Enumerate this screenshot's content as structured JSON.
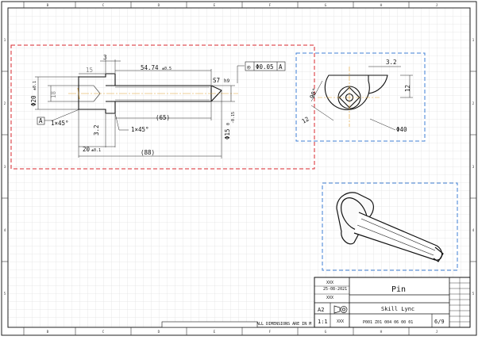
{
  "drawing": {
    "front_view_dims": {
      "d3": "3",
      "len_5474": "54.74",
      "tol_5474": "±0.5",
      "d15": "15",
      "dia20": "Φ20",
      "tol_dia20": "±0.1",
      "d18": "18",
      "chamfer_a": "1×45°",
      "chamfer_b": "1×45°",
      "d32a": "3.2",
      "len65": "(65)",
      "len20": "20",
      "tol_len20": "±0.1",
      "len88": "(88)",
      "sq_label": "S7",
      "h9": "h9",
      "dia15": "Φ15",
      "tol_dia15": "-0.15",
      "tol_dia15_top": "0",
      "datum_a": "A",
      "fcf_sym": "◎",
      "fcf_value": "Φ0.05",
      "fcf_datum": "A"
    },
    "side_view_dims": {
      "d32b": "3.2",
      "d12a": "12",
      "angle90": "90°",
      "d12b": "12",
      "dia40": "Φ40"
    },
    "note": "ALL DIMENSIONS ARE IN M",
    "title_block": {
      "date": "25-08-2021",
      "xxx_a": "XXX",
      "xxx_b": "XXX",
      "title": "Pin",
      "size": "A2",
      "company": "Skill Lync",
      "scale": "1:1",
      "xxx_c": "XXX",
      "drawing_no": "P001 Z01 004 06 00 01",
      "sheet": "6/9"
    },
    "zone_letters_top": [
      "B",
      "C",
      "D",
      "E",
      "F",
      "G",
      "H",
      "J"
    ],
    "zone_letters_bottom": [
      "B",
      "C",
      "D",
      "E",
      "F",
      "G",
      "H",
      "J"
    ],
    "zone_numbers": [
      "1",
      "2",
      "3",
      "4",
      "5"
    ],
    "colors": {
      "front_view_box": "#d9272e",
      "other_view_box": "#3f7fd4",
      "center_marks": "#e0a030",
      "line": "#111111",
      "grid": "#c8c8c8"
    }
  }
}
